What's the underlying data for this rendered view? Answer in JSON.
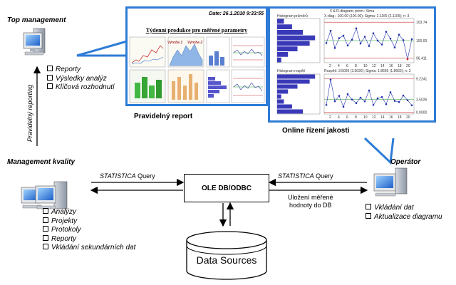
{
  "top": {
    "title": "Top management",
    "items": [
      "Reporty",
      "Výsledky analýz",
      "Klíčová rozhodnutí"
    ]
  },
  "left": {
    "title": "Management kvality",
    "items": [
      "Analýzy",
      "Projekty",
      "Protokoly",
      "Reporty",
      "Vkládání sekundárních dat"
    ]
  },
  "right": {
    "title": "Operátor",
    "items": [
      "Vkládání dat",
      "Aktualizace diagramu"
    ]
  },
  "vertical_arrow_label": "Pravidelný reporting",
  "ole_label": "OLE DB/ODBC",
  "left_query": {
    "italic": "STATISTICA",
    "rest": " Query"
  },
  "right_query": {
    "italic": "STATISTICA",
    "rest": " Query"
  },
  "store_label": [
    "Uložení měřené",
    "hodnoty do DB"
  ],
  "datasources_label": "Data Sources",
  "report": {
    "caption": "Pravidelný report",
    "date": "Date: 26.1.2010 9:33:55",
    "title": "Týdenní produkce pro měřené parametry",
    "sub1": "Výroba 1",
    "sub2": "Výroba 2"
  },
  "spc": {
    "caption": "Online řízení jakosti",
    "header": "X & R-diagram; prom.: Sima",
    "hist1": "Histogram průměrů",
    "info1": "X-diag.: 100.00 (100.00); Sigma: 2.1165 (2.1165); n: 3",
    "hist2": "Histogram rozpětí",
    "info2": "Rozpětí: 3.5026 (3.5026); Sigma: 1.8665 (1.8665); n: 3",
    "x_ticks": [
      "2",
      "4",
      "6",
      "8",
      "10",
      "12",
      "14",
      "16",
      "18",
      "20"
    ],
    "xbar_right": [
      "103.74",
      "100.00",
      "96.411"
    ],
    "r_right": [
      "9.2241",
      "3.5026",
      "0.0000"
    ],
    "xbar_values": [
      99.5,
      102.0,
      98.5,
      100.5,
      101.0,
      99.0,
      100.2,
      102.5,
      99.4,
      100.8,
      98.9,
      101.5,
      100.0,
      99.2,
      101.8,
      100.4,
      98.6,
      101.2,
      100.1,
      96.2,
      100.3
    ],
    "r_values": [
      2.0,
      9.0,
      3.0,
      4.5,
      1.5,
      5.0,
      3.5,
      2.5,
      4.0,
      3.0,
      6.0,
      2.0,
      3.8,
      4.2,
      2.2,
      5.5,
      3.1,
      2.8,
      4.6,
      3.3,
      1.9
    ]
  },
  "colors": {
    "accent": "#2e7cd6",
    "hist": "#3a3ab8"
  }
}
